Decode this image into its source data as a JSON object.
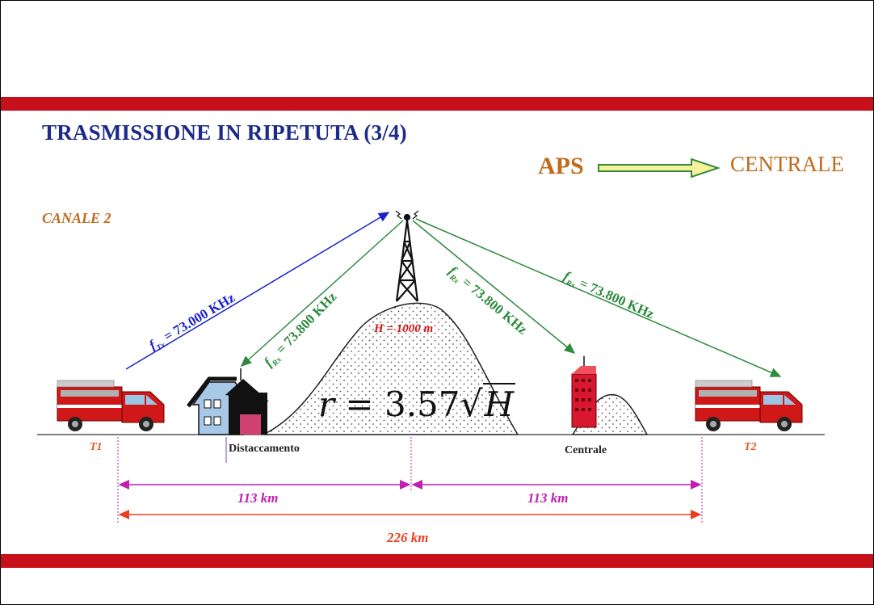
{
  "slide": {
    "title": "TRASMISSIONE IN RIPETUTA (3/4)",
    "aps_label": "APS",
    "destination_label": "CENTRALE",
    "channel_label": "CANALE 2"
  },
  "diagram": {
    "freq_tx": {
      "symbol": "f",
      "sub": "Tx",
      "value": " = 73.000 KHz"
    },
    "freq_rx_left": {
      "symbol": "f",
      "sub": "Rx",
      "value": " = 73.800 KHz"
    },
    "freq_rx_mid": {
      "symbol": "f",
      "sub": "Rx",
      "value": " = 73.800 KHz"
    },
    "freq_rx_right": {
      "symbol": "f",
      "sub": "Rx",
      "value": " = 73.800 KHz"
    },
    "mountain_height": "H = 1000 m",
    "formula": {
      "lhs": "r",
      "eq": " = 3.57",
      "var": "H"
    },
    "terminal_1": "T1",
    "terminal_2": "T2",
    "site_left": "Distaccamento",
    "site_right": "Centrale",
    "distance_left": "113 km",
    "distance_right": "113 km",
    "distance_total": "226 km"
  },
  "colors": {
    "band": "#c8101a",
    "title": "#1c2a8a",
    "accent": "#c06a1c",
    "tx_link": "#1a22cc",
    "rx_link": "#2e8a3e",
    "height_label": "#d01818",
    "distance_magenta": "#c020b0",
    "distance_total": "#e84020"
  },
  "icons": [
    "fire-truck-icon",
    "house-icon",
    "radio-tower-icon",
    "office-building-icon",
    "right-arrow-icon"
  ]
}
